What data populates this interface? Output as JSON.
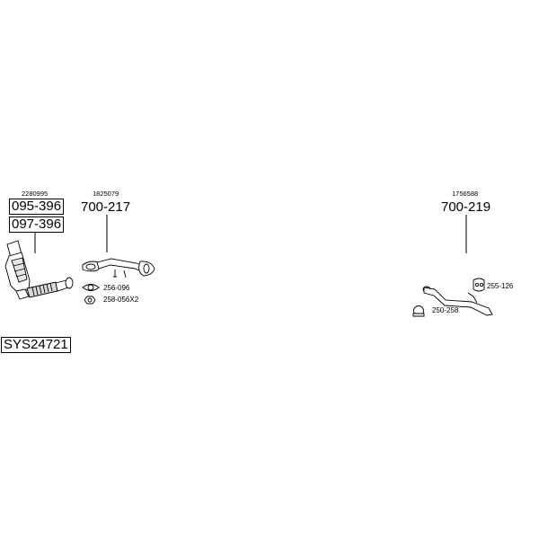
{
  "groups": [
    {
      "oe": "2280995",
      "parts": [
        "095-396",
        "097-396"
      ]
    },
    {
      "oe": "1825079",
      "part": "700-217",
      "accessories": [
        "256-096",
        "258-056X2"
      ]
    },
    {
      "oe": "1756588",
      "part": "700-219",
      "accessories": [
        "255-126",
        "250-258"
      ]
    }
  ],
  "system": {
    "code": "SYS24721"
  }
}
